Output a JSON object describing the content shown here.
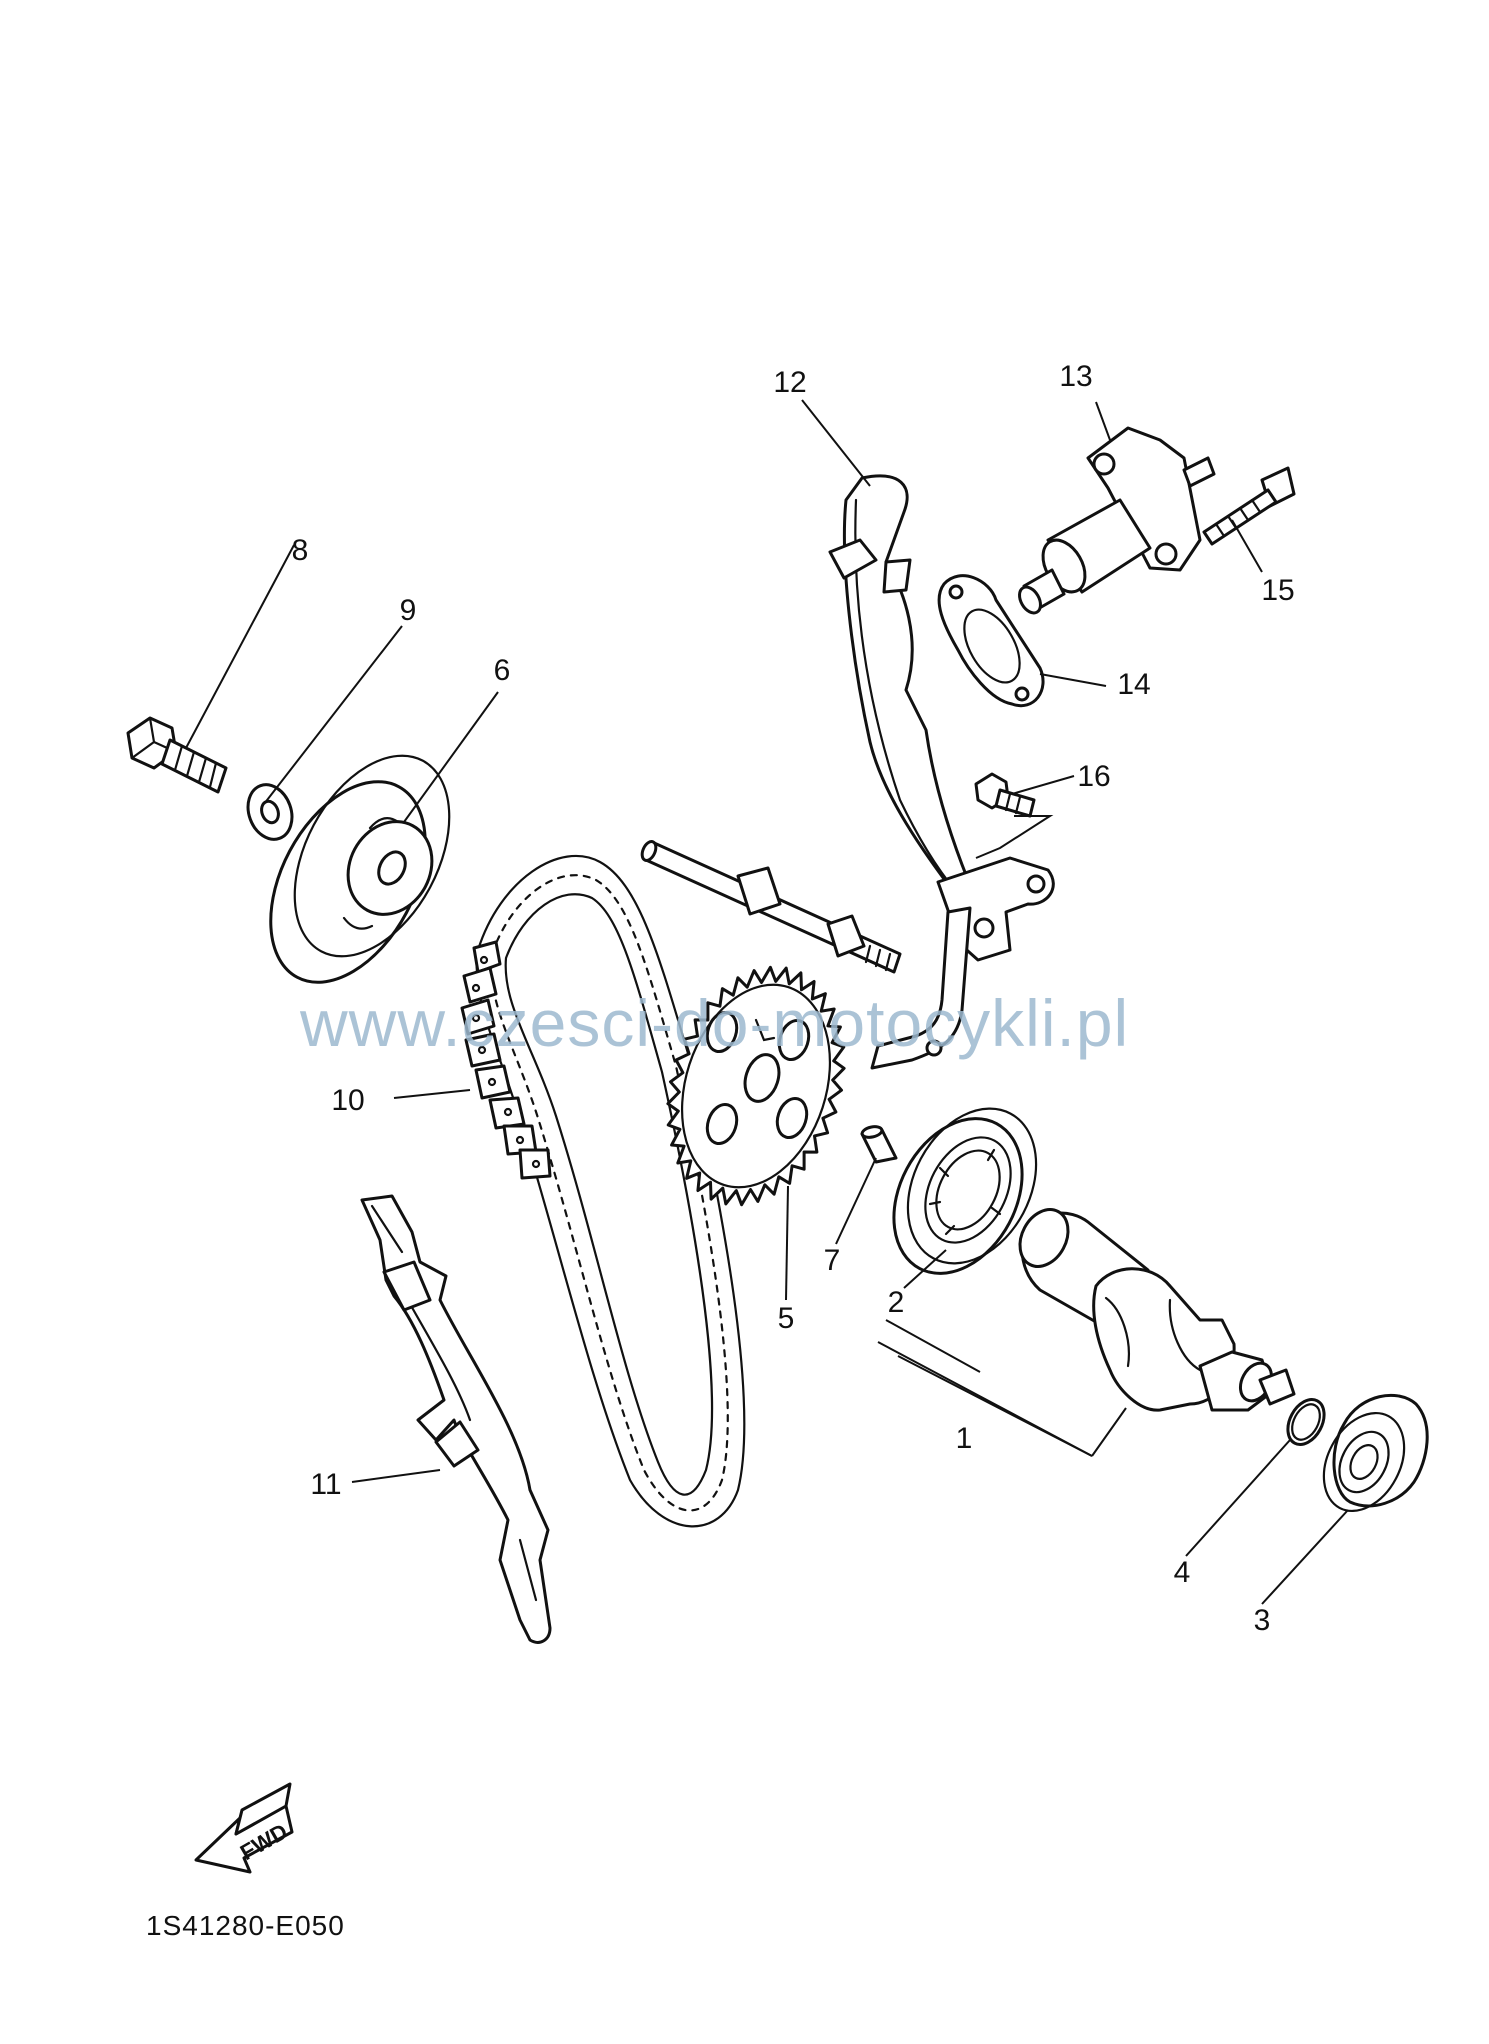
{
  "watermark": "www.czesci-do-motocykli.pl",
  "diagram_code": "1S41280-E050",
  "direction_marker": "FWD",
  "callouts": [
    "1",
    "2",
    "3",
    "4",
    "5",
    "6",
    "7",
    "8",
    "9",
    "10",
    "11",
    "12",
    "13",
    "14",
    "15",
    "16"
  ]
}
